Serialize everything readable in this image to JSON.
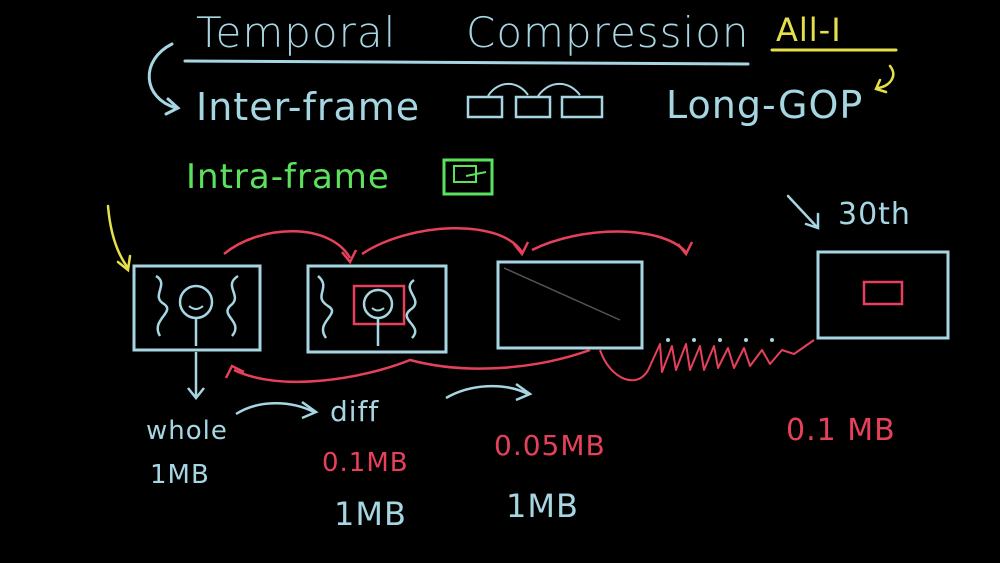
{
  "title": {
    "left": "Temporal",
    "right": "Compression"
  },
  "all_i": "All-I",
  "inter_frame": "Inter-frame",
  "long_gop": "Long-GOP",
  "intra_frame": "Intra-frame",
  "frame_30th": "30th",
  "labels": {
    "whole": "whole",
    "diff": "diff",
    "whole_size": "1MB",
    "diff_size": "0.1MB",
    "third_size": "0.05MB",
    "last_size": "0.1 MB",
    "second_full": "1MB",
    "third_full": "1MB"
  },
  "colors": {
    "blue": "#a7d6e3",
    "red": "#e6415a",
    "green": "#5ce15c",
    "yellow": "#e5e04a"
  }
}
